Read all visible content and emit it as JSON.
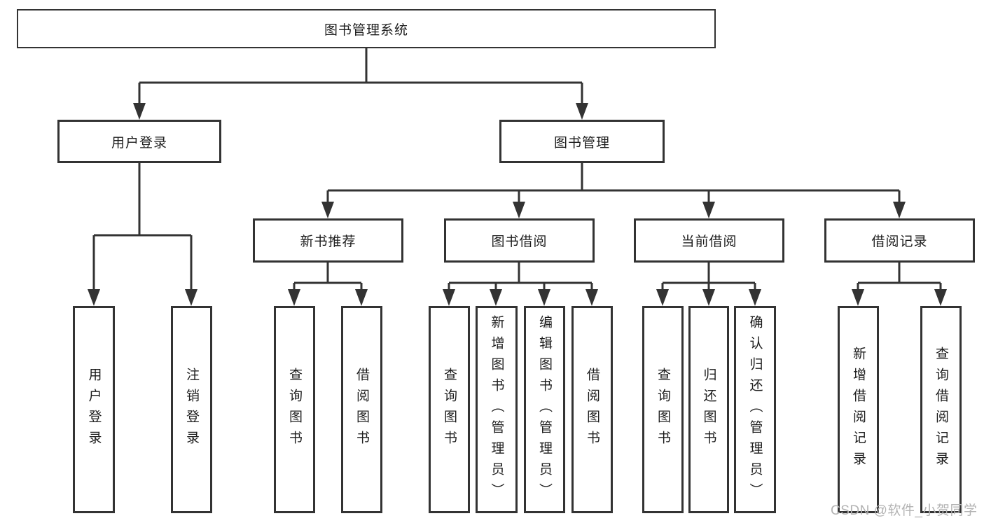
{
  "tree": {
    "root": {
      "label": "图书管理系统",
      "children": [
        {
          "label": "用户登录",
          "children": [
            {
              "label": "用户登录"
            },
            {
              "label": "注销登录"
            }
          ]
        },
        {
          "label": "图书管理",
          "children": [
            {
              "label": "新书推荐",
              "children": [
                {
                  "label": "查询图书"
                },
                {
                  "label": "借阅图书"
                }
              ]
            },
            {
              "label": "图书借阅",
              "children": [
                {
                  "label": "查询图书"
                },
                {
                  "label": "新增图书（管理员）"
                },
                {
                  "label": "编辑图书（管理员）"
                },
                {
                  "label": "借阅图书"
                }
              ]
            },
            {
              "label": "当前借阅",
              "children": [
                {
                  "label": "查询图书"
                },
                {
                  "label": "归还图书"
                },
                {
                  "label": "确认归还（管理员）"
                }
              ]
            },
            {
              "label": "借阅记录",
              "children": [
                {
                  "label": "新增借阅记录"
                },
                {
                  "label": "查询借阅记录"
                }
              ]
            }
          ]
        }
      ]
    }
  },
  "watermark": {
    "text": "CSDN @软件_小贺同学"
  },
  "colors": {
    "line": "#333333",
    "ink": "#1c1c1c",
    "paper": "#ffffff",
    "watermark": "#b3b3b3"
  }
}
